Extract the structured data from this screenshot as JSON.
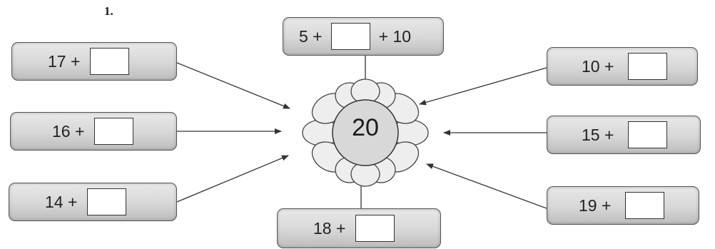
{
  "exercise": {
    "number": "1."
  },
  "center": {
    "value": "20"
  },
  "cards": {
    "left_top": {
      "term": "17 +"
    },
    "left_mid": {
      "term": "16 +"
    },
    "left_bottom": {
      "term": "14 +"
    },
    "top": {
      "term_before": "5 +",
      "term_after": "+ 10"
    },
    "bottom": {
      "term": "18 +"
    },
    "right_top": {
      "term": "10 +"
    },
    "right_mid": {
      "term": "15 +"
    },
    "right_bottom": {
      "term": "19 +"
    }
  }
}
